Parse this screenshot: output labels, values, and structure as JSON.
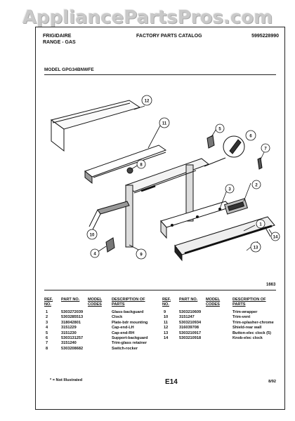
{
  "watermark": "AppliancePartsPros.com",
  "header": {
    "brand": "FRIGIDAIRE",
    "product": "RANGE - GAS",
    "catalog_title": "FACTORY PARTS CATALOG",
    "catalog_number": "5995228990"
  },
  "model": "MODEL GPG34BNWFE",
  "figure_code": "1663",
  "callouts": [
    "1",
    "2",
    "3",
    "4",
    "5",
    "6",
    "7",
    "8",
    "9",
    "10",
    "11",
    "12",
    "13",
    "14"
  ],
  "legend": {
    "headers": {
      "ref": "REF. NO.",
      "part": "PART NO.",
      "model_codes": "MODEL CODES",
      "description": "DESCRIPTION OF PARTS"
    },
    "left": [
      {
        "ref": "1",
        "part": "5303272039",
        "desc": "Glass-backguard"
      },
      {
        "ref": "2",
        "part": "5303285513",
        "desc": "Clock"
      },
      {
        "ref": "3",
        "part": "318042801",
        "desc": "Plate-bdr mounting"
      },
      {
        "ref": "4",
        "part": "3151229",
        "desc": "Cap-end-LH"
      },
      {
        "ref": "5",
        "part": "3151230",
        "desc": "Cap-end-RH"
      },
      {
        "ref": "6",
        "part": "5303131257",
        "desc": "Support-backguard"
      },
      {
        "ref": "7",
        "part": "3151240",
        "desc": "Trim-glass retainer"
      },
      {
        "ref": "8",
        "part": "5303208682",
        "desc": "Switch-rocker"
      }
    ],
    "right": [
      {
        "ref": "9",
        "part": "5303210609",
        "desc": "Trim-wrapper"
      },
      {
        "ref": "10",
        "part": "3151247",
        "desc": "Trim-vent"
      },
      {
        "ref": "11",
        "part": "5303210934",
        "desc": "Trim-splasher-chrome"
      },
      {
        "ref": "12",
        "part": "316039708",
        "desc": "Shield-rear wall"
      },
      {
        "ref": "13",
        "part": "5303210917",
        "desc": "Button-elec clock (5)"
      },
      {
        "ref": "14",
        "part": "5303210918",
        "desc": "Knob-elec clock"
      }
    ]
  },
  "footnote": "* = Not Illustrated",
  "page_number": "E14",
  "date": "8/92"
}
